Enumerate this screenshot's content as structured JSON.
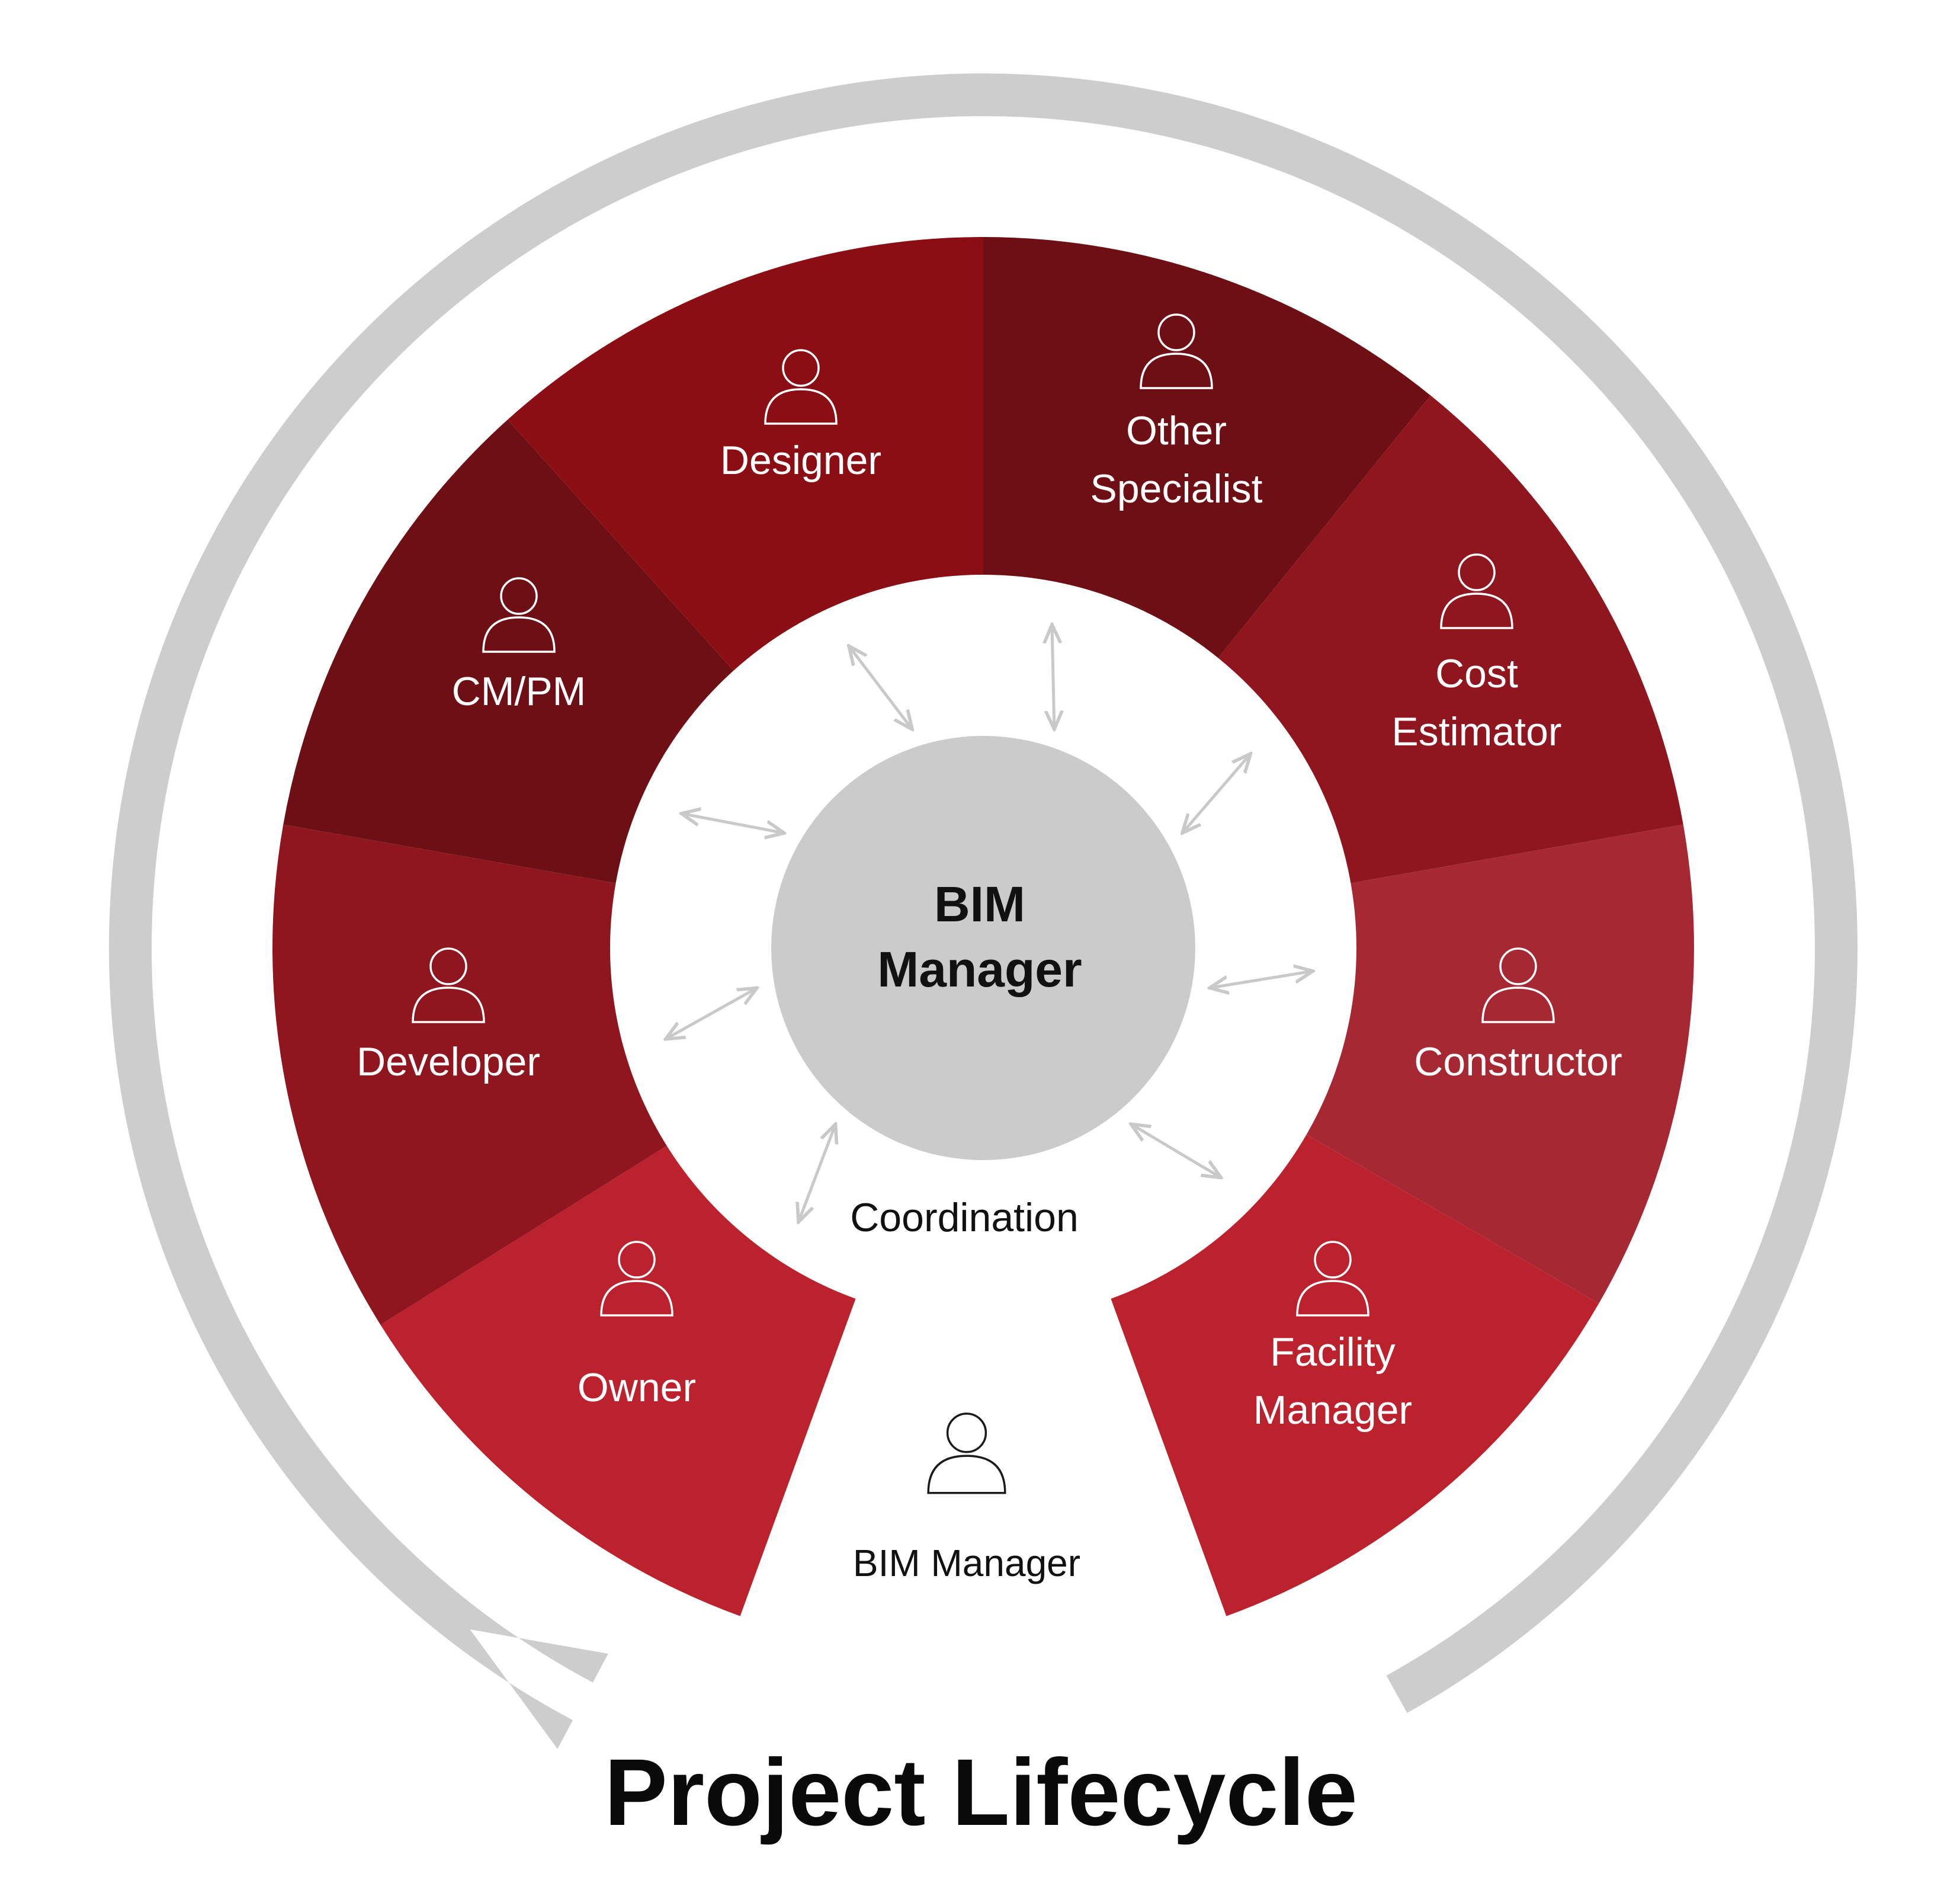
{
  "colors": {
    "lifecycle_arrow": "#cdcdcd",
    "center_fill": "#cbcbcb",
    "connector": "#c9c9c9",
    "shade_darkest": "#6e0f16",
    "shade_deep": "#8b0e14",
    "shade_mid": "#8f161e",
    "shade_bright": "#bb222d",
    "shade_muted": "#a62832",
    "icon_on_white": "#1a1a1a"
  },
  "segments": [
    {
      "id": "owner",
      "label_lines": [
        "Owner"
      ],
      "color": "#bb222d",
      "icon": "person-icon"
    },
    {
      "id": "developer",
      "label_lines": [
        "Developer"
      ],
      "color": "#8f161e",
      "icon": "person-icon"
    },
    {
      "id": "cm-pm",
      "label_lines": [
        "CM/PM"
      ],
      "color": "#6e0f16",
      "icon": "person-icon"
    },
    {
      "id": "designer",
      "label_lines": [
        "Designer"
      ],
      "color": "#8b0e14",
      "icon": "person-icon"
    },
    {
      "id": "other-specialist",
      "label_lines": [
        "Other",
        "Specialist"
      ],
      "color": "#6e0f16",
      "icon": "person-icon"
    },
    {
      "id": "cost-estimator",
      "label_lines": [
        "Cost",
        "Estimator"
      ],
      "color": "#8f161e",
      "icon": "person-icon"
    },
    {
      "id": "constructor",
      "label_lines": [
        "Constructor"
      ],
      "color": "#a62832",
      "icon": "person-icon"
    },
    {
      "id": "facility-manager",
      "label_lines": [
        "Facility",
        "Manager"
      ],
      "color": "#bb222d",
      "icon": "person-icon"
    }
  ],
  "center": {
    "title_lines": [
      "BIM",
      "Manager"
    ]
  },
  "ring_label": "Coordination",
  "bottom": {
    "label": "BIM Manager",
    "icon": "person-icon"
  },
  "lifecycle": {
    "title": "Project Lifecycle",
    "arrow_icon": "circular-arrow-icon"
  },
  "connector_icon": "double-arrow-icon"
}
